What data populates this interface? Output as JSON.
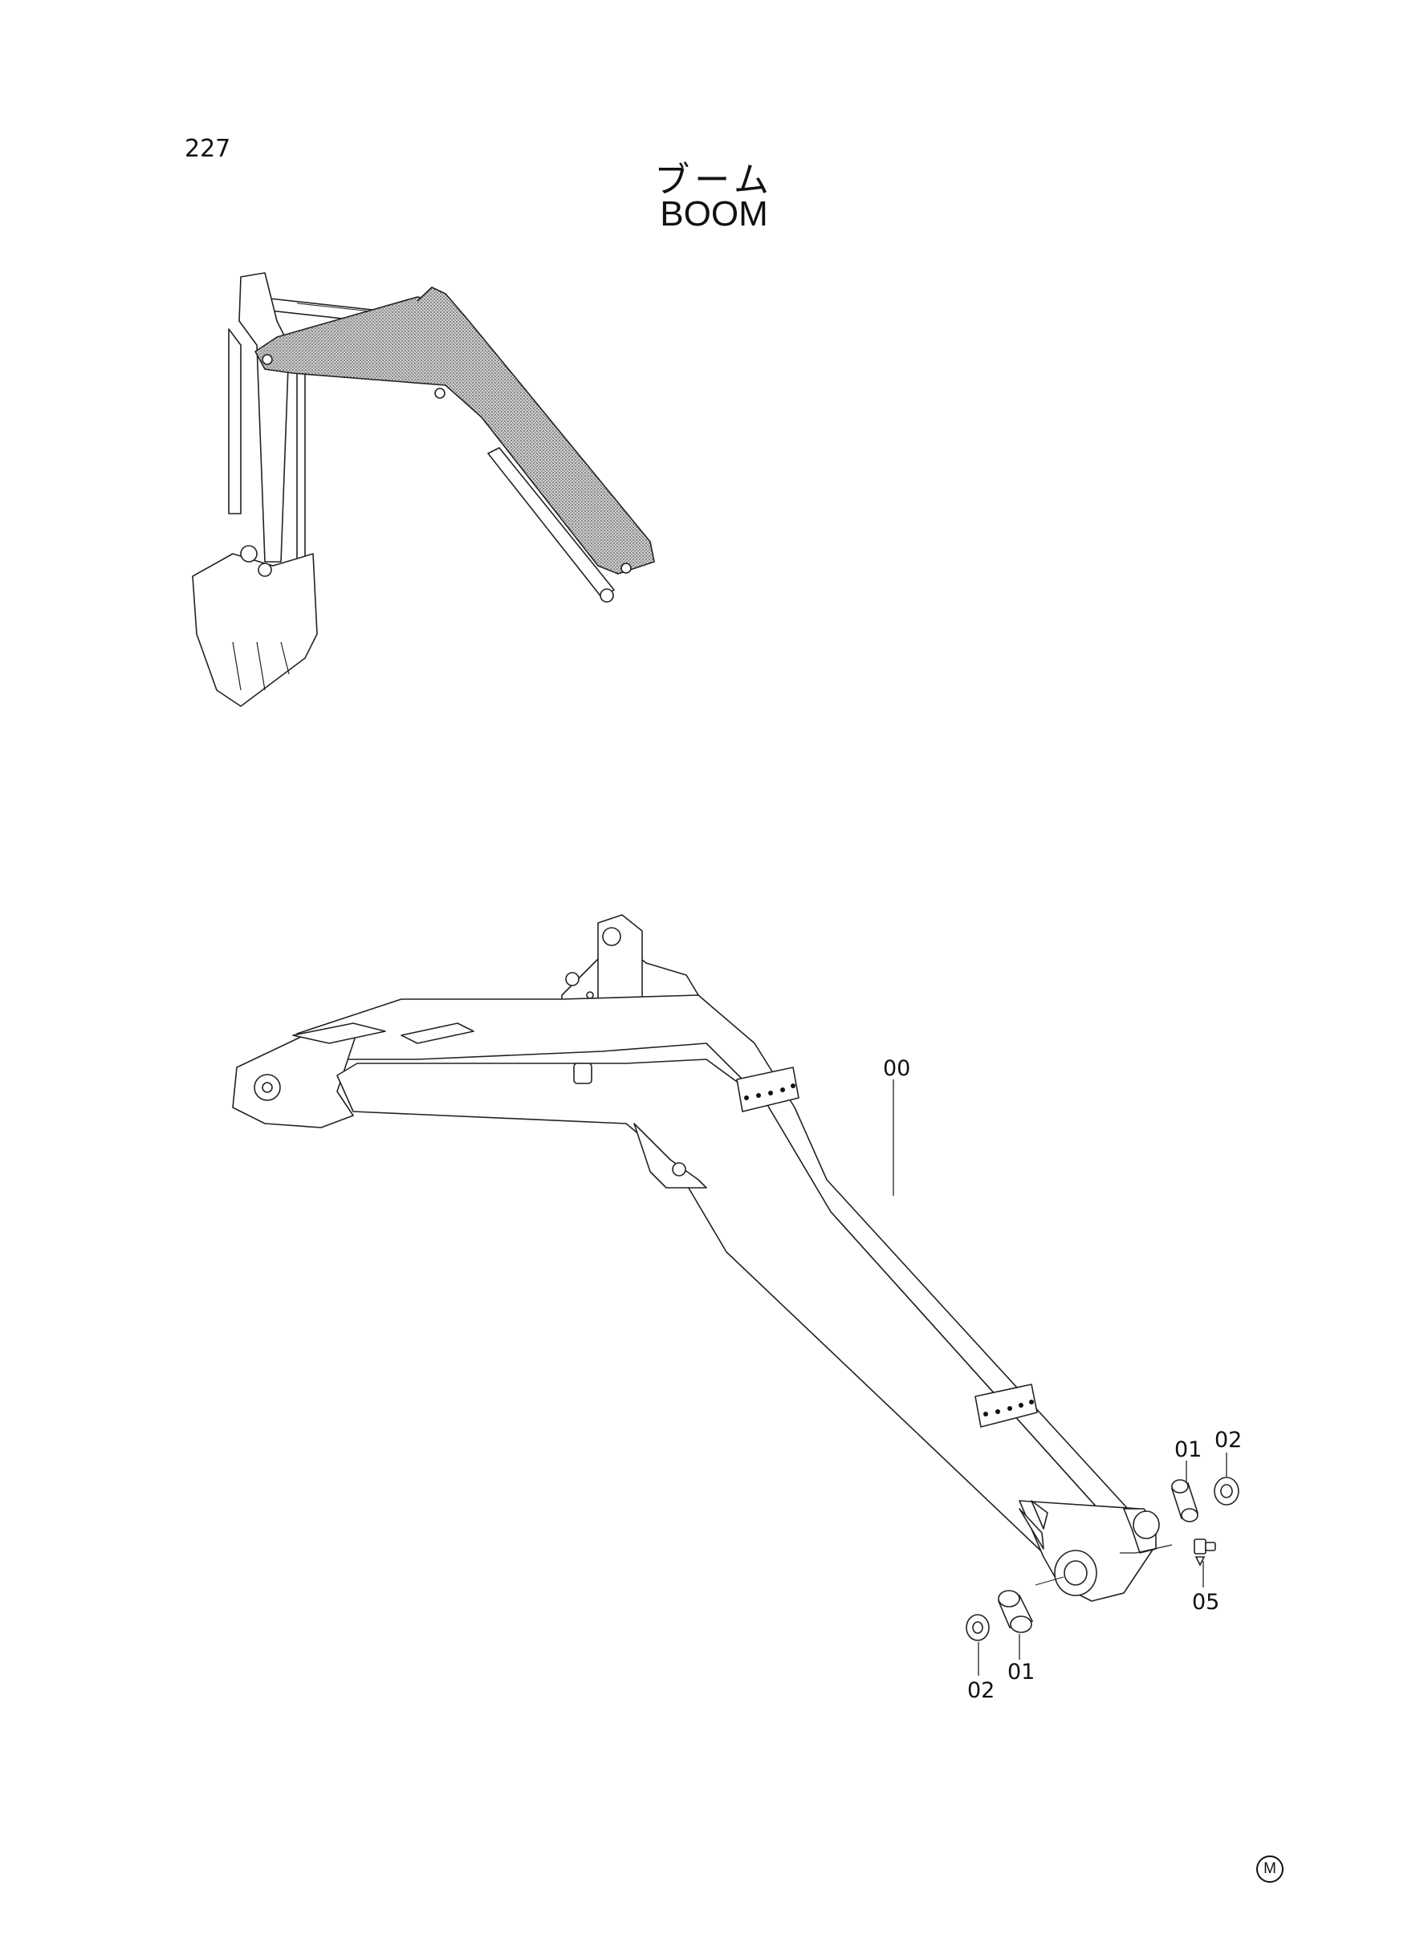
{
  "page": {
    "number": "227",
    "title_jp": "ブーム",
    "title_en": "BOOM"
  },
  "parts": {
    "boom": "00",
    "bushing_right": "01",
    "seal_right": "02",
    "grease_fitting": "05",
    "seal_left": "02",
    "bushing_left": "01"
  },
  "footer": {
    "mark": "M"
  }
}
